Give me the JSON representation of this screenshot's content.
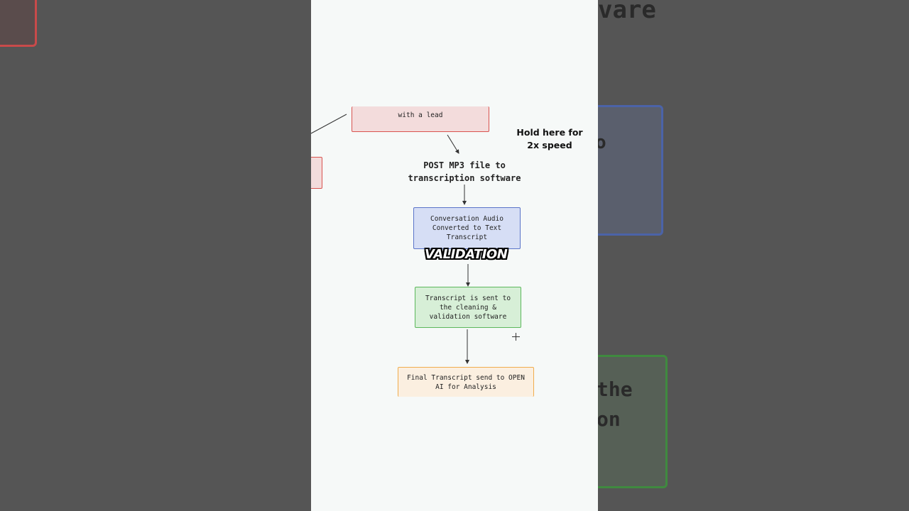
{
  "overlay": {
    "hold_hint": "Hold here for 2x speed",
    "caption": "VALIDATION"
  },
  "diagram": {
    "top_node": "with a lead",
    "post_label": "POST MP3 file to transcription software",
    "audio_node": "Conversation Audio Converted to Text Transcript",
    "clean_node": "Transcript is sent to the cleaning & validation software",
    "final_node": "Final Transcript send to OPEN AI for Analysis"
  },
  "backdrop": {
    "right_top": "vare",
    "right_mid_1": "the",
    "right_mid_2": "on",
    "right_blue": "o"
  },
  "colors": {
    "red_fill": "#f3dcdc",
    "red_border": "#d9534f",
    "blue_fill": "#d6def5",
    "blue_border": "#5b74c9",
    "green_fill": "#d7efd7",
    "green_border": "#5cb85c",
    "orange_fill": "#fbefe0",
    "orange_border": "#f0ad4e"
  },
  "icons": {
    "cursor": "crosshair-cursor-icon"
  }
}
